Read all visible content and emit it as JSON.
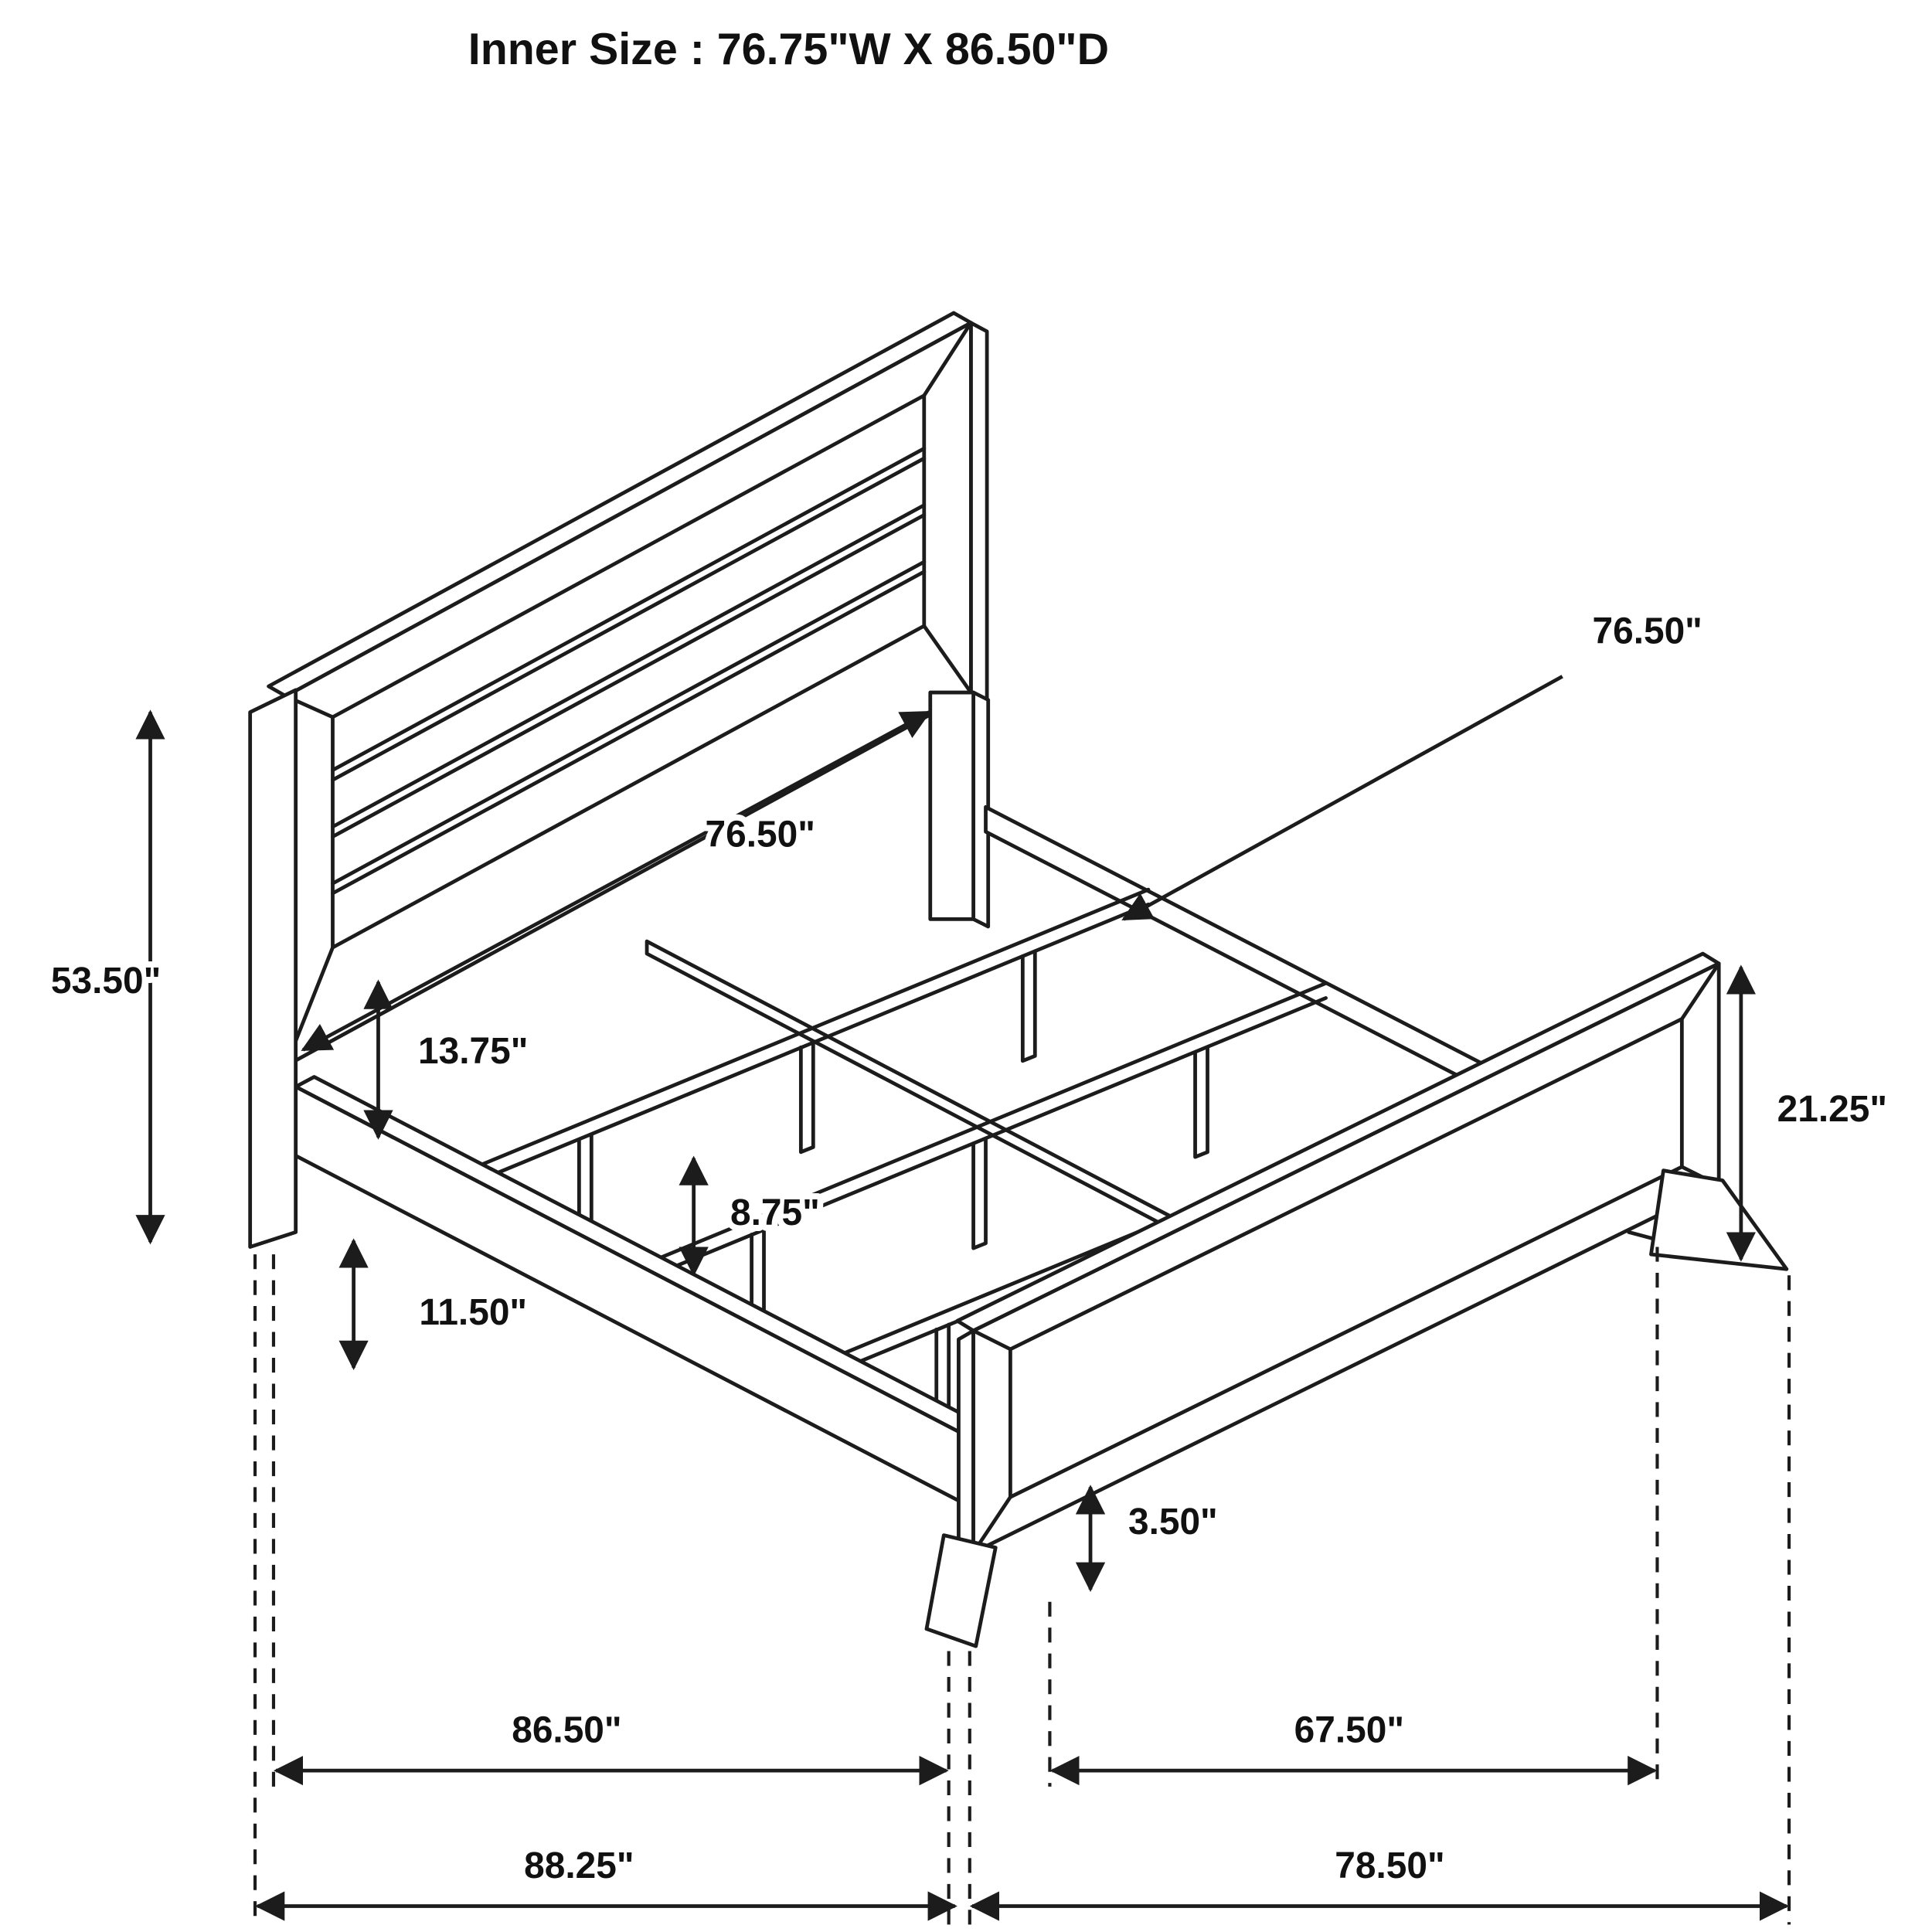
{
  "title": "Inner Size : 76.75\"W X 86.50\"D",
  "dimensions": {
    "headboard_height": "53.50\"",
    "headboard_bottom_rail": "13.75\"",
    "rail_floor_clearance": "11.50\"",
    "slat_leg_height": "8.75\"",
    "slat_length": "76.50\"",
    "headboard_inner_width": "76.50\"",
    "footboard_height": "21.25\"",
    "footboard_leg_height": "3.50\"",
    "side_rail_length": "86.50\"",
    "footboard_clear_span": "67.50\"",
    "overall_depth": "88.25\"",
    "overall_width": "78.50\""
  },
  "colors": {
    "line": "#1c1c1c",
    "background": "#ffffff"
  }
}
